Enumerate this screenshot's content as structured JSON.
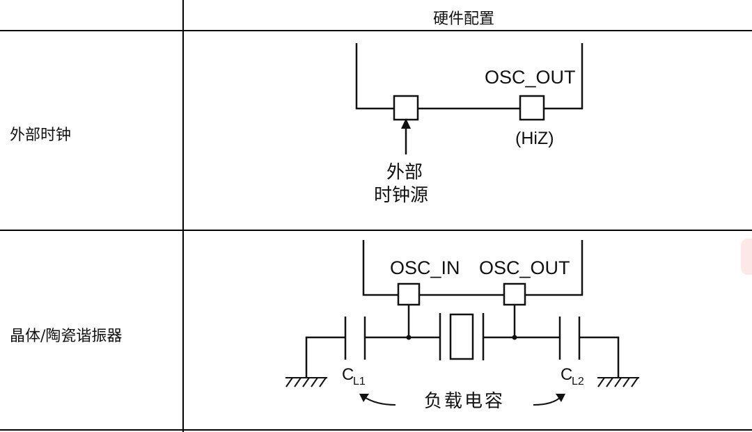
{
  "table": {
    "header": {
      "col2": "硬件配置"
    },
    "rows": [
      {
        "label": "外部时钟"
      },
      {
        "label": "晶体/陶瓷谐振器"
      }
    ]
  },
  "diagram_external": {
    "pin_out": "OSC_OUT",
    "hiz": "(HiZ)",
    "source_line1": "外部",
    "source_line2": "时钟源"
  },
  "diagram_crystal": {
    "pin_in": "OSC_IN",
    "pin_out": "OSC_OUT",
    "cl1_main": "C",
    "cl1_sub": "L1",
    "cl2_main": "C",
    "cl2_sub": "L2",
    "load_label": "负载电容"
  }
}
